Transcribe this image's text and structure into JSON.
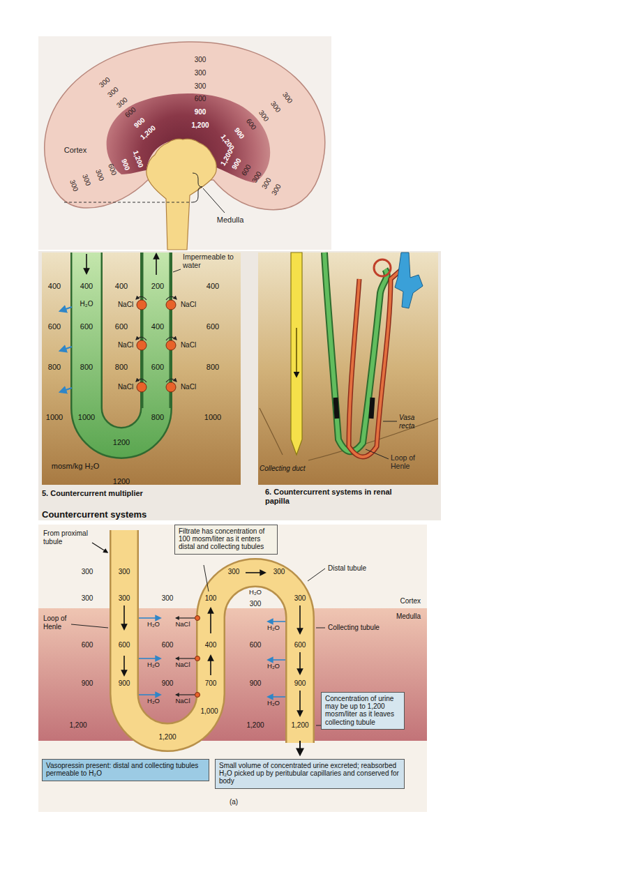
{
  "diagram": {
    "nodes": [
      {
        "text": [
          "Filtrate has concentration of 100 mosm/liter as it enters distal and collecting tubules"
        ]
      },
      {
        "text": [
          "Concentration of urine may be up to 1,200 mosm/liter as it leaves collecting tubule"
        ]
      },
      {
        "text": [
          "Vasopressin present: distal and collecting tubules permeable to H₂O"
        ]
      },
      {
        "text": [
          "Small volume of concentrated urine excreted; reabsorbed H₂O picked up by peritubular capillaries and conserved for body"
        ]
      }
    ],
    "labels": [
      "300",
      "300",
      "300",
      "600",
      "900",
      "1,200",
      "300",
      "300",
      "300",
      "600",
      "900",
      "1,200",
      "300",
      "300",
      "300",
      "600",
      "900",
      "1,200",
      "300",
      "300",
      "300",
      "600",
      "900",
      "1,200",
      "300",
      "300",
      "300",
      "600",
      "900",
      "1,200",
      "Cortex",
      "Medulla",
      "Impermeable to water",
      "400",
      "400",
      "400",
      "200",
      "400",
      "H₂O",
      "NaCl",
      "NaCl",
      "NaCl",
      "NaCl",
      "NaCl",
      "NaCl",
      "600",
      "600",
      "600",
      "400",
      "600",
      "800",
      "800",
      "800",
      "600",
      "800",
      "1000",
      "1000",
      "800",
      "1000",
      "1200",
      "mosm/kg H₂O",
      "1200",
      "5. Countercurrent multiplier",
      "6. Countercurrent systems in renal papilla",
      "Countercurrent systems",
      "Collecting duct",
      "Vasa recta",
      "Loop of Henle",
      "From proximal tubule",
      "300",
      "300",
      "300",
      "300",
      "300",
      "300",
      "300",
      "100",
      "300",
      "300",
      "Cortex",
      "Medulla",
      "Loop of Henle",
      "Distal tubule",
      "Collecting tubule",
      "H₂O",
      "H₂O",
      "NaCl",
      "H₂O",
      "600",
      "600",
      "600",
      "400",
      "600",
      "600",
      "H₂O",
      "NaCl",
      "H₂O",
      "900",
      "900",
      "900",
      "700",
      "900",
      "900",
      "H₂O",
      "NaCl",
      "H₂O",
      "1,000",
      "1,200",
      "1,200",
      "1,200",
      "1,200",
      "(a)"
    ]
  }
}
